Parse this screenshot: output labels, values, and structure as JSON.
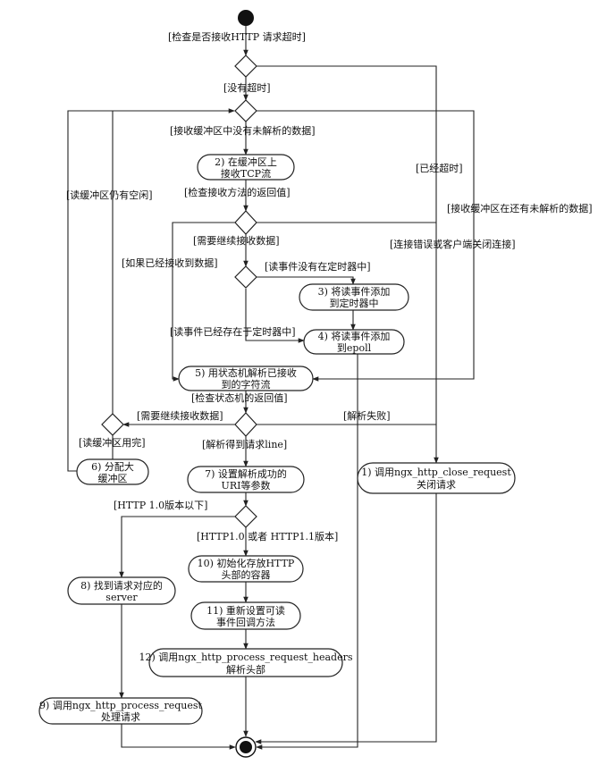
{
  "diagram": {
    "nodes": {
      "n2": [
        "2) 在缓冲区上",
        "接收TCP流"
      ],
      "n3": [
        "3) 将读事件添加",
        "到定时器中"
      ],
      "n4": [
        "4) 将读事件添加",
        "到epoll"
      ],
      "n5": [
        "5) 用状态机解析已接收",
        "到的字符流"
      ],
      "n6": [
        "6) 分配大",
        "缓冲区"
      ],
      "n7": [
        "7) 设置解析成功的",
        "URI等参数"
      ],
      "n1": [
        "1) 调用ngx_http_close_request",
        "关闭请求"
      ],
      "n8": [
        "8) 找到请求对应的",
        "server"
      ],
      "n9": [
        "9) 调用ngx_http_process_request",
        "处理请求"
      ],
      "n10": [
        "10) 初始化存放HTTP",
        "头部的容器"
      ],
      "n11": [
        "11) 重新设置可读",
        "事件回调方法"
      ],
      "n12": [
        "12) 调用ngx_http_process_request_headers",
        "解析头部"
      ]
    },
    "labels": {
      "check_timeout": "[检查是否接收HTTP 请求超时]",
      "not_timeout": "[没有超时]",
      "buffer_no_unparsed": "[接收缓冲区中没有未解析的数据]",
      "check_recv_return": "[检查接收方法的返回值]",
      "already_timeout": "[已经超时]",
      "buffer_has_unparsed": "[接收缓冲区在还有未解析的数据]",
      "buffer_has_space": "[读缓冲区仍有空闲]",
      "need_more_1": "[需要继续接收数据]",
      "conn_error": "[连接错误或客户端关闭连接]",
      "if_received": "[如果已经接收到数据]",
      "no_timer": "[读事件没有在定时器中]",
      "has_timer": "[读事件已经存在于定时器中]",
      "check_fsm_return": "[检查状态机的返回值]",
      "need_more_2": "[需要继续接收数据]",
      "parse_fail": "[解析失败]",
      "buffer_full": "[读缓冲区用完]",
      "parsed_line": "[解析得到请求line]",
      "http10_below": "[HTTP 1.0版本以下]",
      "http10_11": "[HTTP1.0 或者 HTTP1.1版本]"
    }
  }
}
